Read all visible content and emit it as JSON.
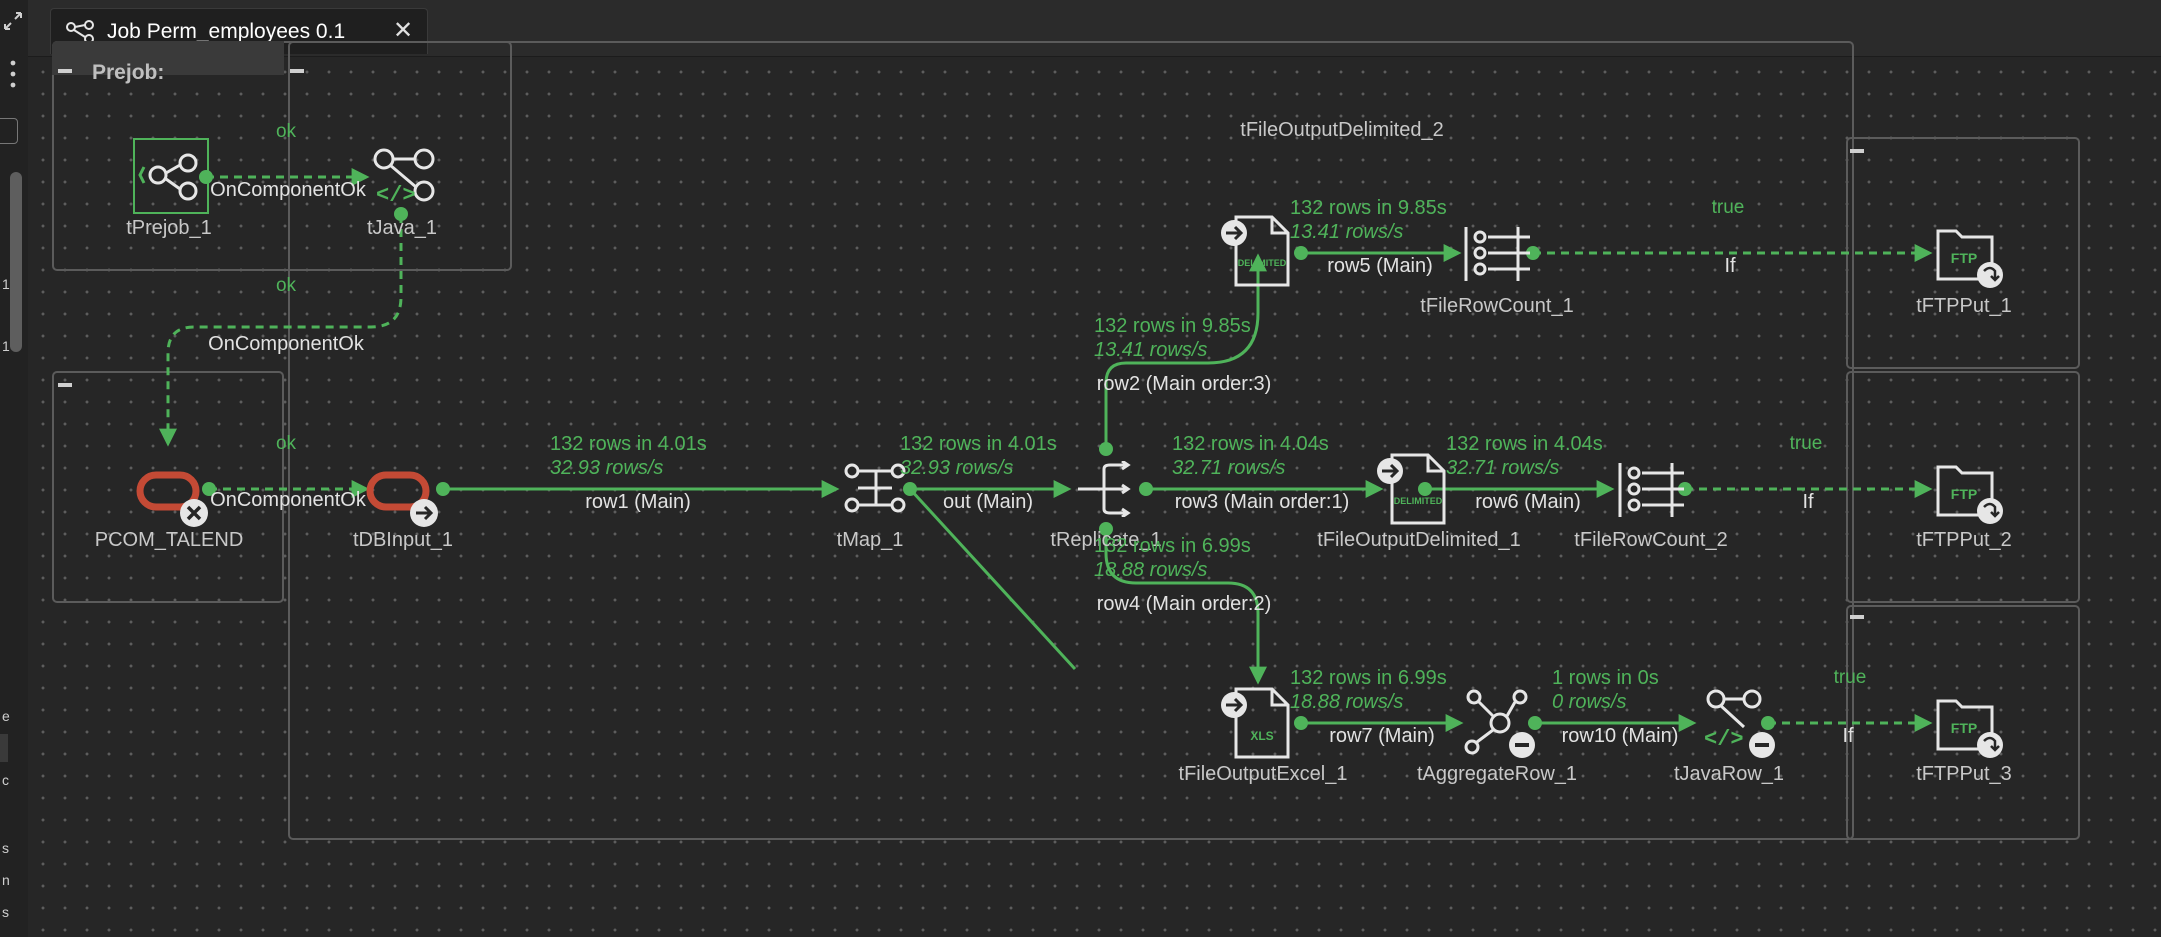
{
  "window": {
    "tab_title": "Job Perm_employees 0.1",
    "close_glyph": "✕"
  },
  "canvas": {
    "section_label": "Prejob:"
  },
  "components": {
    "tPrejob_1": "tPrejob_1",
    "tJava_1": "tJava_1",
    "PCOM_TALEND": "PCOM_TALEND",
    "tDBInput_1": "tDBInput_1",
    "tMap_1": "tMap_1",
    "tReplicate_1": "tReplicate_1",
    "tFileOutputDelimited_1": "tFileOutputDelimited_1",
    "tFileOutputDelimited_2": "tFileOutputDelimited_2",
    "tFileRowCount_1": "tFileRowCount_1",
    "tFileRowCount_2": "tFileRowCount_2",
    "tFileOutputExcel_1": "tFileOutputExcel_1",
    "tAggregateRow_1": "tAggregateRow_1",
    "tJavaRow_1": "tJavaRow_1",
    "tFTPPut_1": "tFTPPut_1",
    "tFTPPut_2": "tFTPPut_2",
    "tFTPPut_3": "tFTPPut_3"
  },
  "icon_text": {
    "delimited": "DELIMITED",
    "xls": "XLS",
    "ftp": "FTP"
  },
  "links": {
    "prejob_to_java": {
      "trigger": "ok",
      "label": "OnComponentOk"
    },
    "java_to_pcom": {
      "trigger": "ok",
      "label": "OnComponentOk"
    },
    "pcom_to_dbinput": {
      "trigger": "ok",
      "label": "OnComponentOk"
    },
    "row1": {
      "label": "row1 (Main)",
      "rows": "132 rows in 4.01s",
      "rate": "32.93 rows/s"
    },
    "out": {
      "label": "out (Main)",
      "rows": "132 rows in 4.01s",
      "rate": "32.93 rows/s"
    },
    "row2": {
      "label": "row2 (Main order:3)",
      "rows": "132 rows in 9.85s",
      "rate": "13.41 rows/s"
    },
    "row3": {
      "label": "row3 (Main order:1)",
      "rows": "132 rows in 4.04s",
      "rate": "32.71 rows/s"
    },
    "row4": {
      "label": "row4 (Main order:2)",
      "rows": "132 rows in 6.99s",
      "rate": "18.88 rows/s"
    },
    "row5": {
      "label": "row5 (Main)",
      "rows": "132 rows in 9.85s",
      "rate": "13.41 rows/s"
    },
    "row6": {
      "label": "row6 (Main)",
      "rows": "132 rows in 4.04s",
      "rate": "32.71 rows/s"
    },
    "row7": {
      "label": "row7 (Main)",
      "rows": "132 rows in 6.99s",
      "rate": "18.88 rows/s"
    },
    "row10": {
      "label": "row10 (Main)",
      "rows": "1 rows in 0s",
      "rate": "0 rows/s"
    },
    "if1": {
      "trigger": "true",
      "label": "If"
    },
    "if2": {
      "trigger": "true",
      "label": "If"
    },
    "if3": {
      "trigger": "true",
      "label": "If"
    }
  },
  "left_strip": {
    "letters": [
      "1",
      "1",
      "e",
      "c",
      "s",
      "n",
      "s"
    ]
  },
  "colors": {
    "link": "#4fb35a",
    "canvas_bg": "#262626",
    "subjob_border": "#5b5b5b",
    "talend_red": "#c44a35"
  }
}
